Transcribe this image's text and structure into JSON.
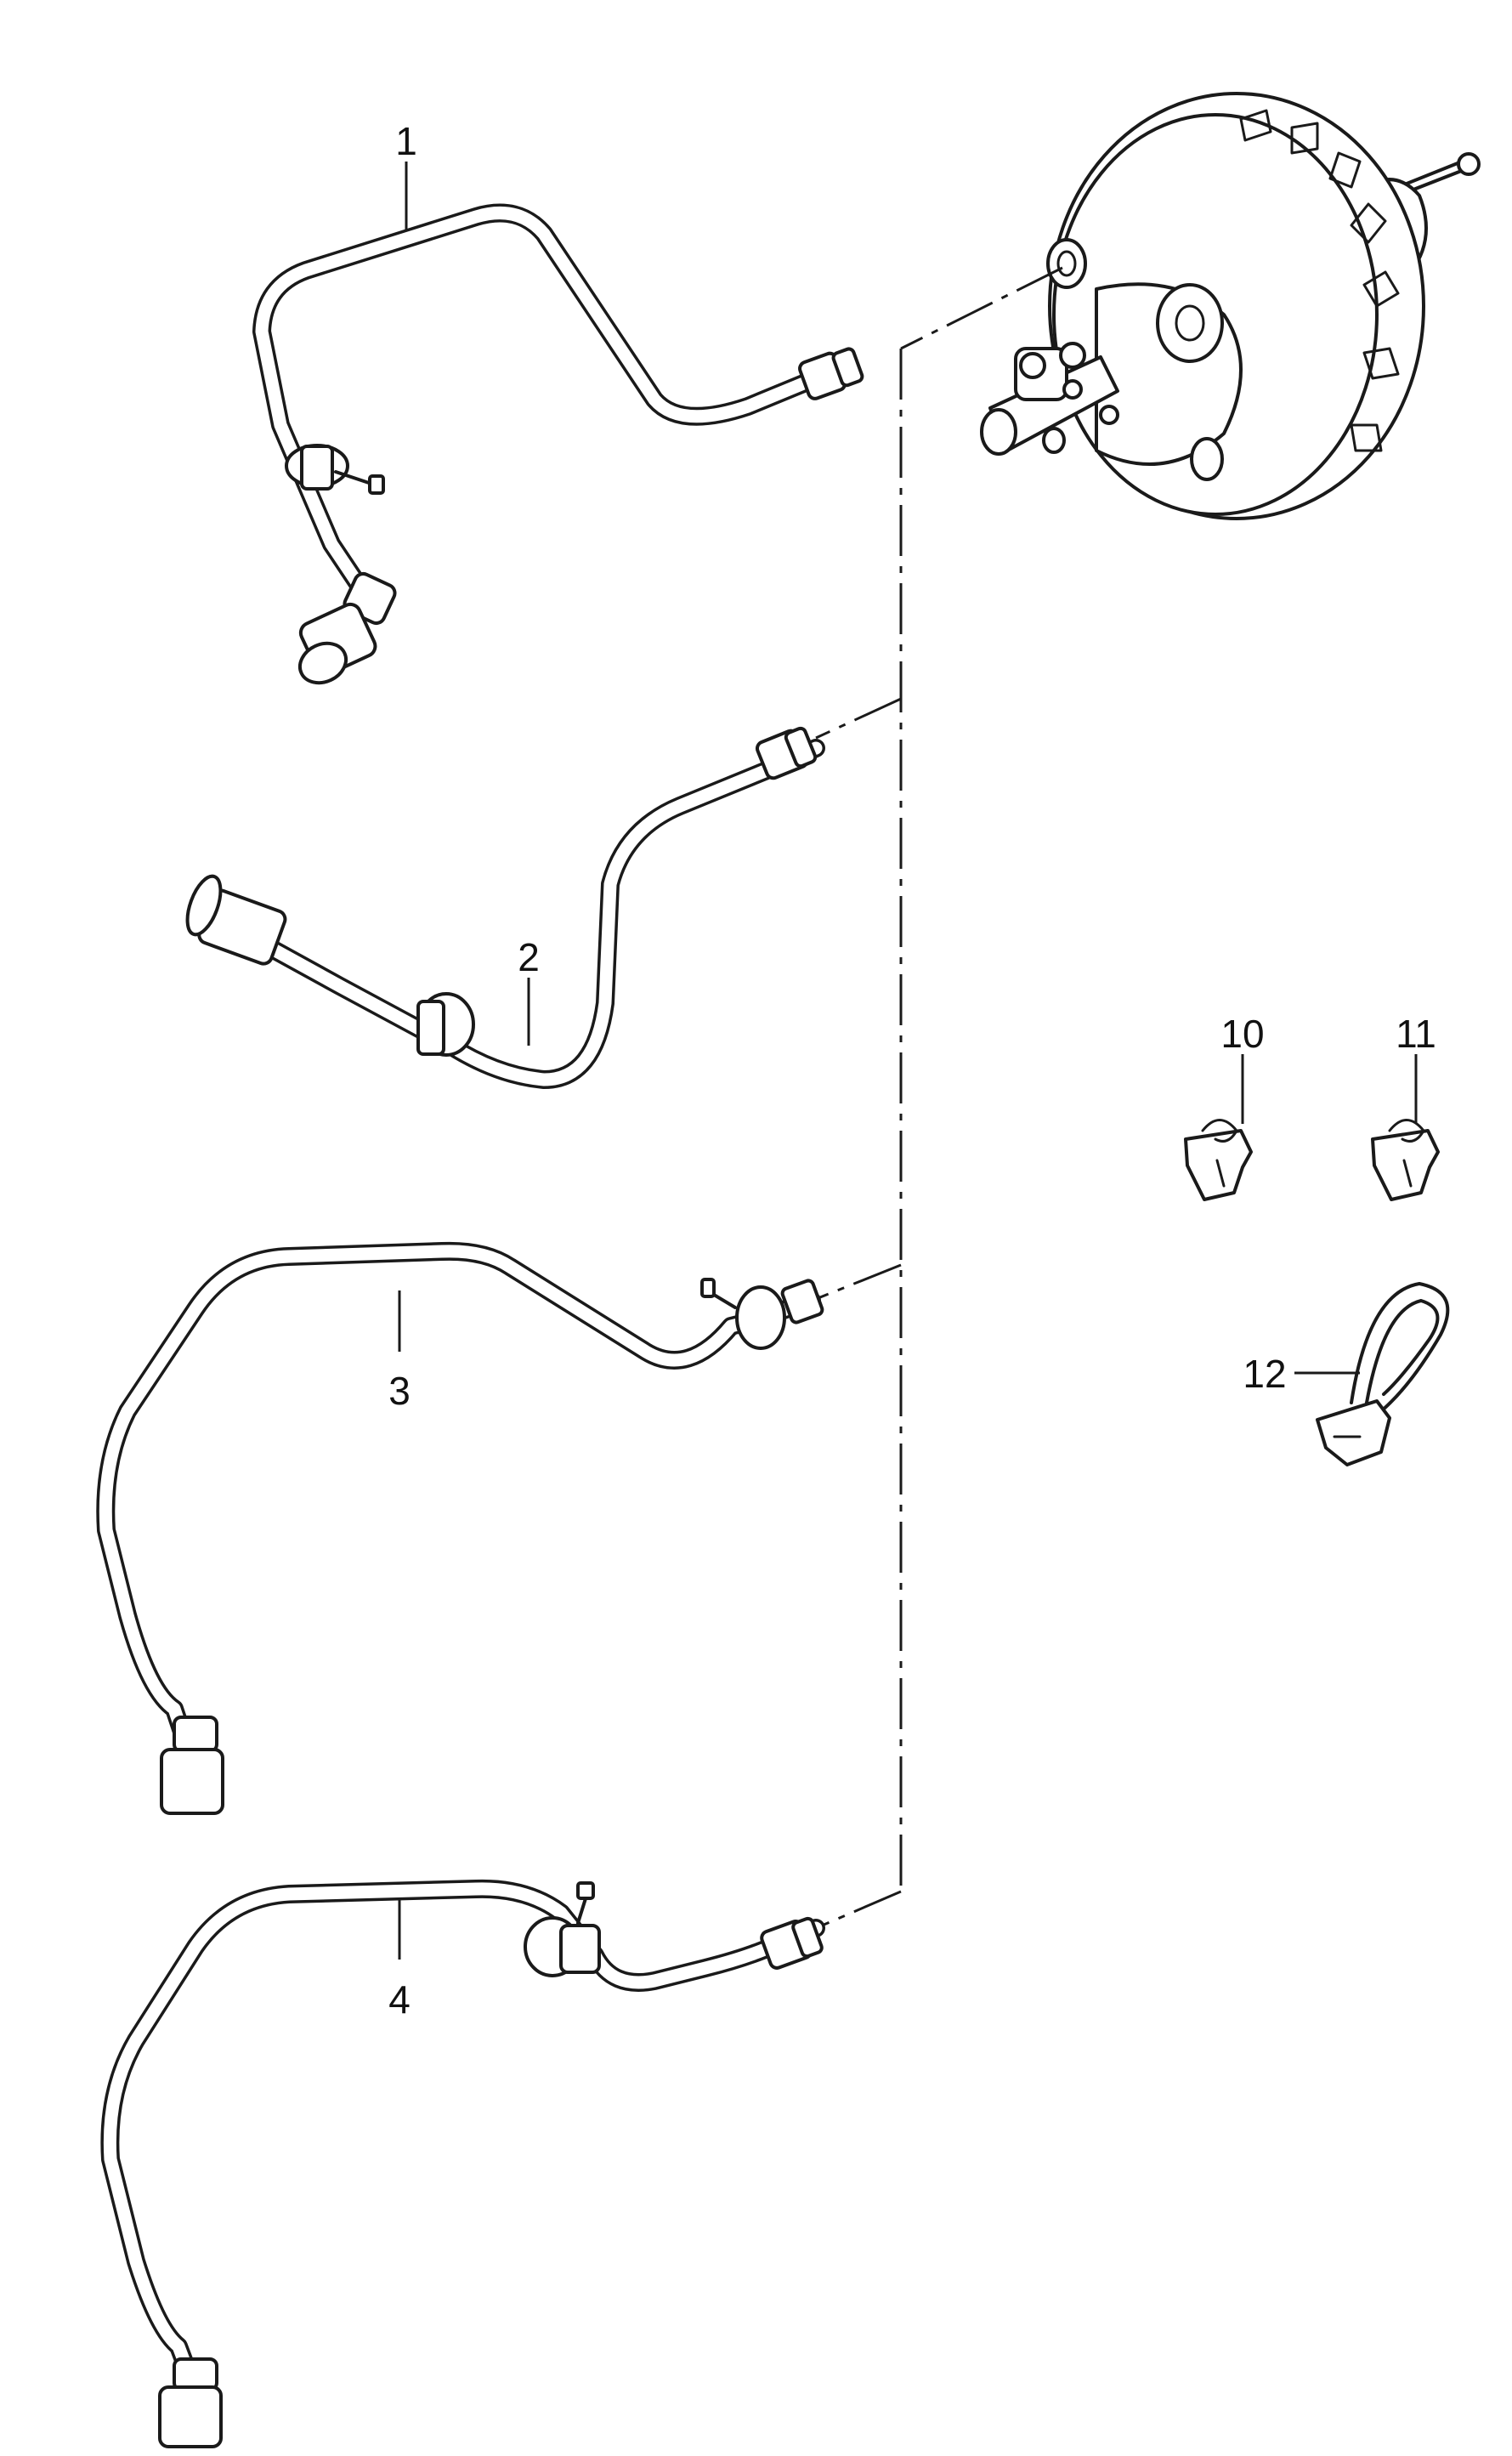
{
  "diagram": {
    "callouts": [
      {
        "id": "1",
        "label": "1"
      },
      {
        "id": "2",
        "label": "2"
      },
      {
        "id": "3",
        "label": "3"
      },
      {
        "id": "4",
        "label": "4"
      },
      {
        "id": "10",
        "label": "10"
      },
      {
        "id": "11",
        "label": "11"
      },
      {
        "id": "12",
        "label": "12"
      }
    ]
  }
}
